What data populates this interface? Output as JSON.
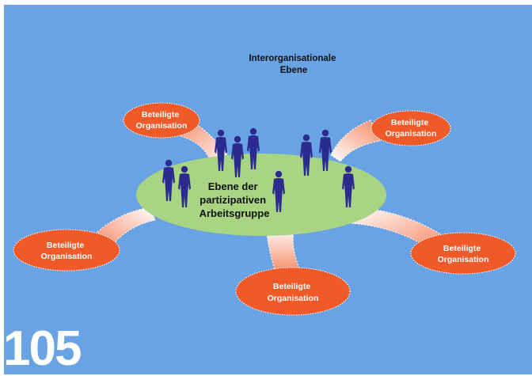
{
  "diagram": {
    "title": [
      "Interorganisationale",
      "Ebene"
    ],
    "center": [
      "Ebene der",
      "partizipativen",
      "Arbeitsgruppe"
    ],
    "organizations": [
      {
        "label": [
          "Beteiligte",
          "Organisation"
        ]
      },
      {
        "label": [
          "Beteiligte",
          "Organisation"
        ]
      },
      {
        "label": [
          "Beteiligte",
          "Organisation"
        ]
      },
      {
        "label": [
          "Beteiligte",
          "Organisation"
        ]
      },
      {
        "label": [
          "Beteiligte",
          "Organisation"
        ]
      }
    ],
    "page_number": "105"
  },
  "colors": {
    "background": "#6aa3e3",
    "center_ellipse": "#a8d484",
    "organization": "#f05a28",
    "connector_gradient_start": "#f58a68",
    "connector_gradient_end": "#ffffff",
    "figures": "#2b2a8e"
  }
}
